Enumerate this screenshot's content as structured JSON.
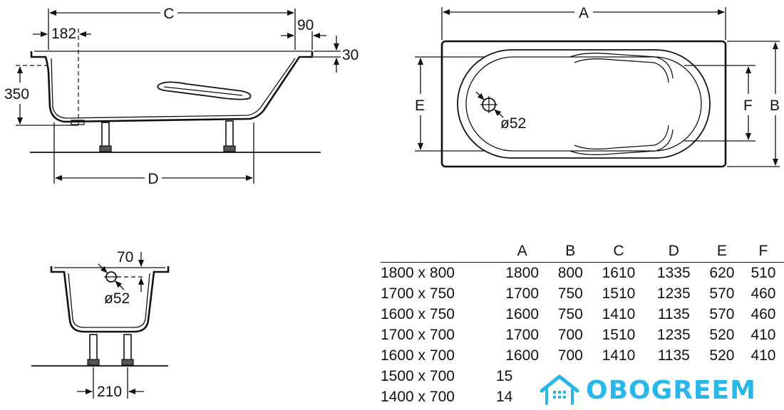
{
  "side_view": {
    "dim_c": "C",
    "dim_182": "182",
    "dim_90": "90",
    "dim_30": "30",
    "dim_350": "350",
    "dim_d": "D"
  },
  "top_view": {
    "dim_a": "A",
    "dim_b": "B",
    "dim_e": "E",
    "dim_f": "F",
    "drain_diameter": "ø52"
  },
  "end_view": {
    "dim_70": "70",
    "drain_diameter": "ø52",
    "dim_210": "210"
  },
  "table": {
    "headers": [
      "",
      "A",
      "B",
      "C",
      "D",
      "E",
      "F"
    ],
    "rows": [
      {
        "size": "1800 x 800",
        "a": "1800",
        "b": "800",
        "c": "1610",
        "d": "1335",
        "e": "620",
        "f": "510"
      },
      {
        "size": "1700 x 750",
        "a": "1700",
        "b": "750",
        "c": "1510",
        "d": "1235",
        "e": "570",
        "f": "460"
      },
      {
        "size": "1600 x 750",
        "a": "1600",
        "b": "750",
        "c": "1410",
        "d": "1135",
        "e": "570",
        "f": "460"
      },
      {
        "size": "1700 x 700",
        "a": "1700",
        "b": "700",
        "c": "1510",
        "d": "1235",
        "e": "520",
        "f": "410"
      },
      {
        "size": "1600 x 700",
        "a": "1600",
        "b": "700",
        "c": "1410",
        "d": "1135",
        "e": "520",
        "f": "410"
      },
      {
        "size": "1500 x 700",
        "a": "15"
      },
      {
        "size": "1400 x 700",
        "a": "14"
      }
    ]
  },
  "watermark": {
    "text": "OBOGREEM",
    "color": "#29b6e8"
  }
}
